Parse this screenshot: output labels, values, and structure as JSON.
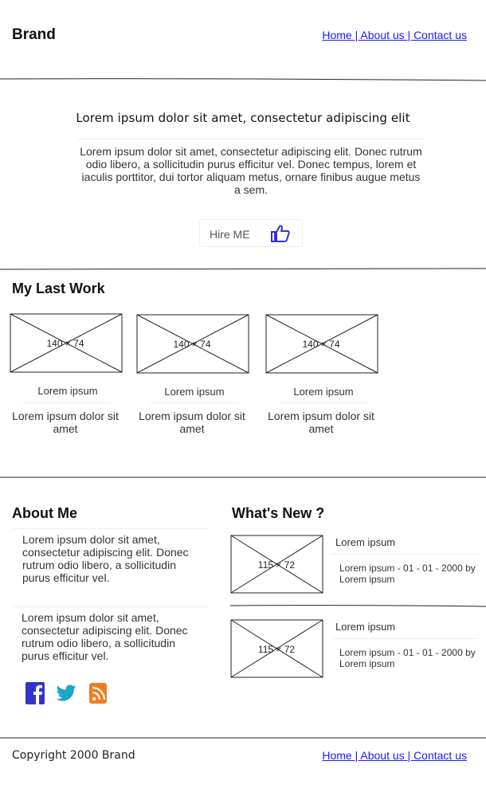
{
  "header": {
    "brand": "Brand",
    "nav": [
      {
        "label": "Home"
      },
      {
        "label": "About us"
      },
      {
        "label": "Contact us"
      }
    ],
    "separator": " | "
  },
  "hero": {
    "title": "Lorem ipsum dolor sit amet, consectetur adipiscing elit",
    "text": "Lorem ipsum dolor sit amet, consectetur adipiscing elit. Donec rutrum odio libero, a sollicitudin purus efficitur vel. Donec tempus, lorem et iaculis porttitor, dui tortor aliquam metus, ornare finibus augue metus a sem.",
    "button_label": "Hire ME",
    "button_icon": "thumbs-up-icon",
    "accent_color": "#3333cc"
  },
  "work": {
    "heading": "My Last Work",
    "items": [
      {
        "placeholder": "140 × 74",
        "title": "Lorem ipsum",
        "desc": "Lorem ipsum dolor sit amet"
      },
      {
        "placeholder": "140 × 74",
        "title": "Lorem ipsum",
        "desc": "Lorem ipsum dolor sit amet"
      },
      {
        "placeholder": "140 × 74",
        "title": "Lorem ipsum",
        "desc": "Lorem ipsum dolor sit amet"
      }
    ]
  },
  "about": {
    "heading": "About Me",
    "paragraphs": [
      "Lorem ipsum dolor sit amet, consectetur adipiscing elit. Donec rutrum odio libero, a sollicitudin purus efficitur vel.",
      "Lorem ipsum dolor sit amet, consectetur adipiscing elit. Donec rutrum odio libero, a sollicitudin purus efficitur vel."
    ],
    "social": [
      {
        "icon": "facebook-icon",
        "color": "#3333cc"
      },
      {
        "icon": "twitter-icon",
        "color": "#1aa5c9"
      },
      {
        "icon": "rss-icon",
        "color": "#f47a20"
      }
    ]
  },
  "news": {
    "heading": "What's New ?",
    "items": [
      {
        "placeholder": "115 × 72",
        "title": "Lorem ipsum",
        "meta": "Lorem ipsum - 01 - 01 - 2000 by Lorem ipsum"
      },
      {
        "placeholder": "115 × 72",
        "title": "Lorem ipsum",
        "meta": "Lorem ipsum - 01 - 01 - 2000 by Lorem ipsum"
      }
    ]
  },
  "footer": {
    "copyright": "Copyright 2000 Brand",
    "nav": [
      {
        "label": "Home"
      },
      {
        "label": "About us"
      },
      {
        "label": "Contact us"
      }
    ],
    "separator": " | "
  }
}
